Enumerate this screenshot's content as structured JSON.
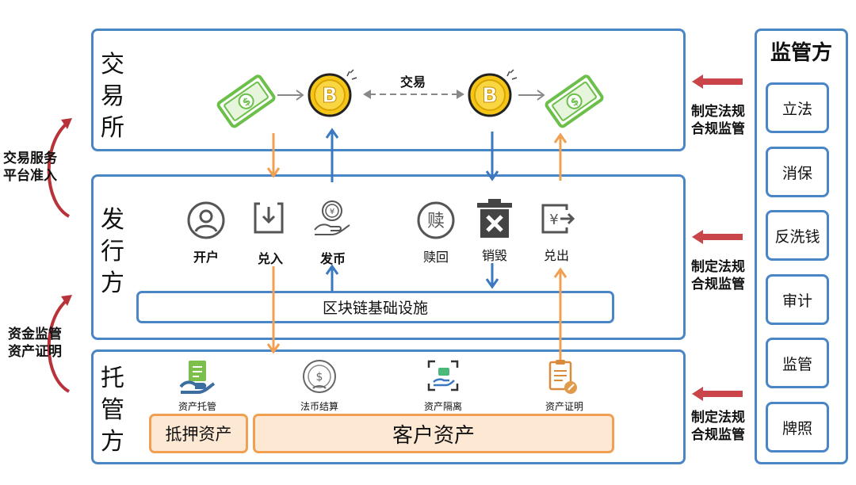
{
  "exchange": {
    "title": "交易所",
    "trade_label": "交易"
  },
  "issuer": {
    "title": "发行方",
    "items": [
      "开户",
      "兑入",
      "发币",
      "赎回",
      "销毁",
      "兑出"
    ],
    "infrastructure": "区块链基础设施"
  },
  "custodian": {
    "title": "托管方",
    "items": [
      "资产托管",
      "法币结算",
      "资产隔离",
      "资产证明"
    ],
    "collateral_assets": "抵押资产",
    "client_assets": "客户资产"
  },
  "regulator": {
    "title": "监管方",
    "items": [
      "立法",
      "消保",
      "反洗钱",
      "审计",
      "监管",
      "牌照"
    ],
    "arrow_label_line1": "制定法规",
    "arrow_label_line2": "合规监管"
  },
  "left_labels": {
    "top_line1": "交易服务",
    "top_line2": "平台准入",
    "bottom_line1": "资金监管",
    "bottom_line2": "资产证明"
  },
  "colors": {
    "panel_border": "#4a86c5",
    "flow_orange": "#f0a050",
    "flow_blue": "#3a78c0",
    "regulator_arrow": "#c9454a",
    "coin_gold": "#f5c518",
    "money_green": "#6cc04a"
  }
}
